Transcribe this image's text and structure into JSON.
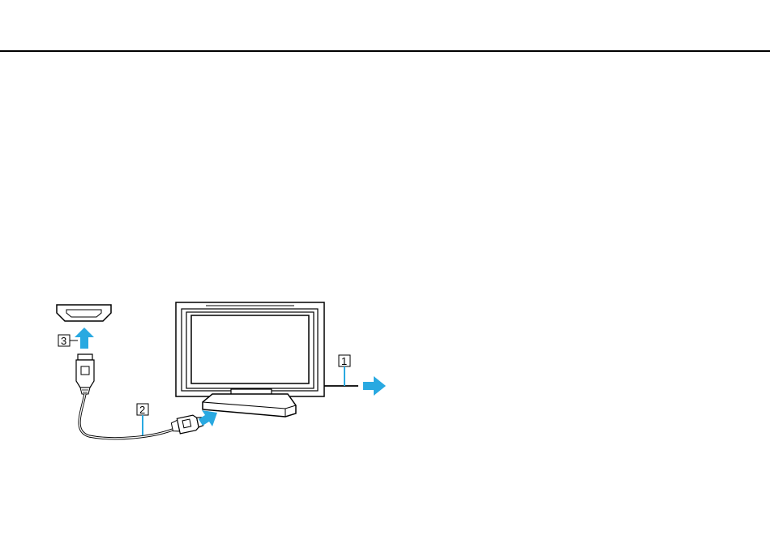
{
  "page": {
    "background": "#ffffff",
    "rule_color": "#000000"
  },
  "diagram": {
    "accent_color": "#29a9e1",
    "callouts": [
      {
        "id": "1",
        "label": "1",
        "target": "tv-output-cable"
      },
      {
        "id": "2",
        "label": "2",
        "target": "hdmi-cable"
      },
      {
        "id": "3",
        "label": "3",
        "target": "hdmi-port"
      }
    ],
    "icons": {
      "port": "hdmi-port-icon",
      "tv": "tv-icon",
      "plug_top": "hdmi-plug-icon",
      "plug_side": "hdmi-plug-icon",
      "arrow": "arrow-icon"
    }
  }
}
